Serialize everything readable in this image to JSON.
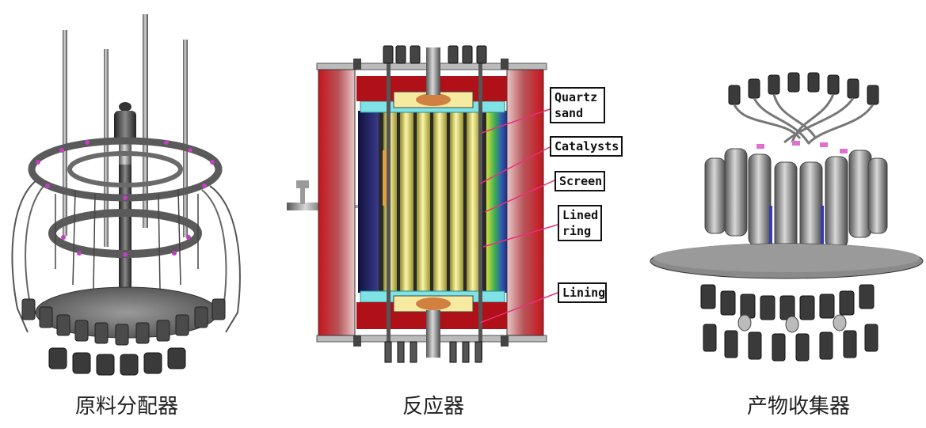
{
  "captions": {
    "distributor": "原料分配器",
    "reactor": "反应器",
    "collector": "产物收集器"
  },
  "callouts": {
    "quartz_sand": "Quartz\nsand",
    "catalysts": "Catalysts",
    "screen": "Screen",
    "lined_ring": "Lined\nring",
    "lining": "Lining"
  },
  "colors": {
    "callout_line": "#e8307a",
    "shell_red": "#c8141c",
    "tube_yellow": "#f2ea7a",
    "lining_cyan": "#7fe3e6",
    "metal_gray": "#8a8a8a",
    "dark_metal": "#3a3a3a"
  }
}
